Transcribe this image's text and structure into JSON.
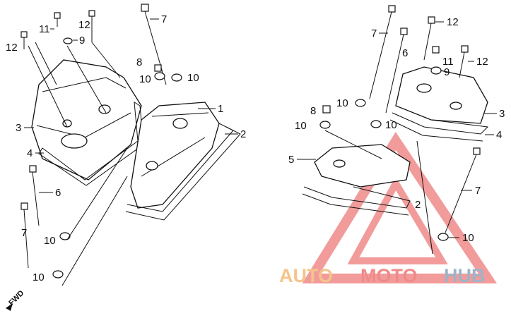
{
  "watermark": {
    "auto": "AUTO",
    "moto": "MOTO",
    "hub": "HUB",
    "color_auto": "#f5c48a",
    "color_moto": "#f08a8a",
    "color_hub": "#9fb3c6"
  },
  "fwd_label": "FWD",
  "left_callouts": {
    "c11": "11",
    "c12a": "12",
    "c12b": "12",
    "c9": "9",
    "c7": "7",
    "c8": "8",
    "c10a": "10",
    "c10b": "10",
    "c1": "1",
    "c2": "2",
    "c3": "3",
    "c4": "4",
    "c6": "6",
    "c7b": "7",
    "c10c": "10",
    "c10d": "10"
  },
  "right_callouts": {
    "c7": "7",
    "c6": "6",
    "c12a": "12",
    "c12b": "12",
    "c11": "11",
    "c9": "9",
    "c10a": "10",
    "c10b": "10",
    "c8": "8",
    "c10c": "10",
    "c3": "3",
    "c4": "4",
    "c5": "5",
    "c2": "2",
    "c7b": "7",
    "c10d": "10"
  }
}
